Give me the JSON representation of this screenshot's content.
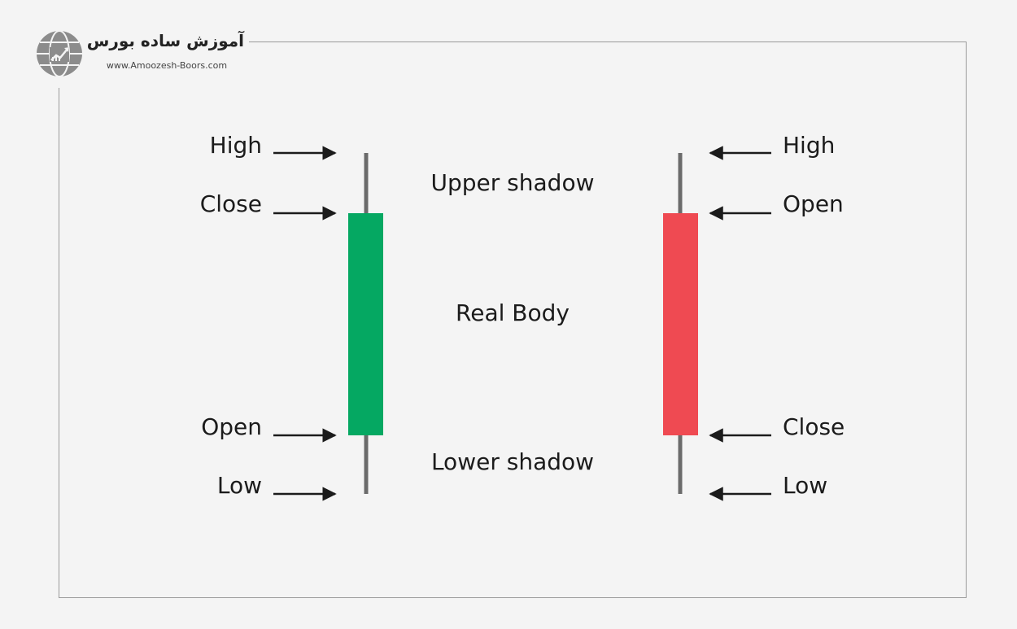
{
  "logo": {
    "name_fa": "آموزش ساده بورس",
    "url": "www.Amoozesh-Boors.com",
    "icon": "globe-chart-icon"
  },
  "bullish_candle": {
    "labels": {
      "high": "High",
      "close": "Close",
      "open": "Open",
      "low": "Low"
    },
    "color": "#05a862"
  },
  "bearish_candle": {
    "labels": {
      "high": "High",
      "open": "Open",
      "close": "Close",
      "low": "Low"
    },
    "color": "#ef4a52"
  },
  "center_labels": {
    "upper_shadow": "Upper shadow",
    "real_body": "Real Body",
    "lower_shadow": "Lower shadow"
  },
  "colors": {
    "wick": "#6b6b6b",
    "frame": "#9a9a9a",
    "background": "#f4f4f4",
    "text": "#1b1b1b"
  }
}
